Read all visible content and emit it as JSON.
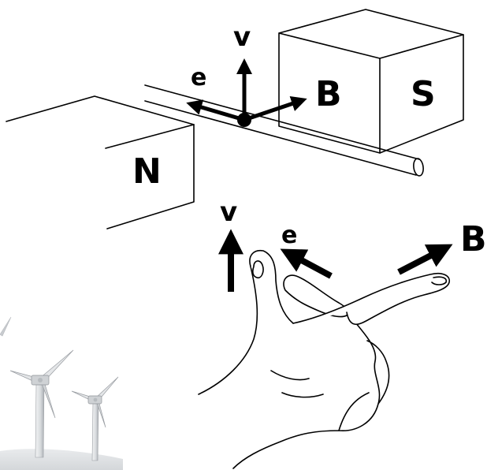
{
  "labels": {
    "v_top": "v",
    "e_top": "e",
    "B_top": "B",
    "magnet_south": "S",
    "magnet_north": "N",
    "v_hand": "v",
    "e_hand": "e",
    "B_hand": "B"
  },
  "colors": {
    "ink": "#000000",
    "background": "#ffffff",
    "turbine_light": "#e4e6e8",
    "turbine_shade": "#9a9ea3",
    "ground": "#dfe1e3"
  }
}
